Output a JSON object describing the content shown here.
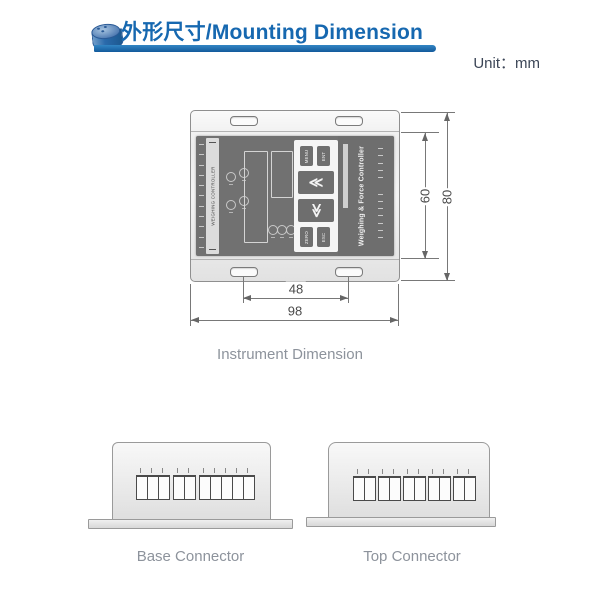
{
  "header": {
    "title": "外形尺寸/Mounting Dimension",
    "unit": "Unit：mm",
    "accent_color": "#1668b0"
  },
  "instrument": {
    "caption": "Instrument Dimension",
    "dimensions": {
      "inner_height": "60",
      "outer_height": "80",
      "mount_slot_spacing": "48",
      "overall_width": "98"
    },
    "panel": {
      "side_strip_label": "WEIGHING CONTROLLER",
      "brand_label": "Weighing & Force Controller",
      "btn_menu": "MENU",
      "btn_ent": "ENT",
      "btn_zero": "ZERO",
      "btn_esc": "ESC",
      "chevron_glyph": "≪",
      "left_tick_count": 11,
      "right_tick_counts": [
        5,
        7
      ]
    }
  },
  "connectors": {
    "base": {
      "caption": "Base Connector",
      "terminal_groups": [
        3,
        2,
        5
      ]
    },
    "top": {
      "caption": "Top Connector",
      "terminal_groups": [
        2,
        2,
        2,
        2,
        2
      ]
    }
  },
  "colors": {
    "accent": "#1668b0",
    "dim_text": "#4a4a4a",
    "caption_text": "#8d939c",
    "panel_gray": "#717171"
  }
}
